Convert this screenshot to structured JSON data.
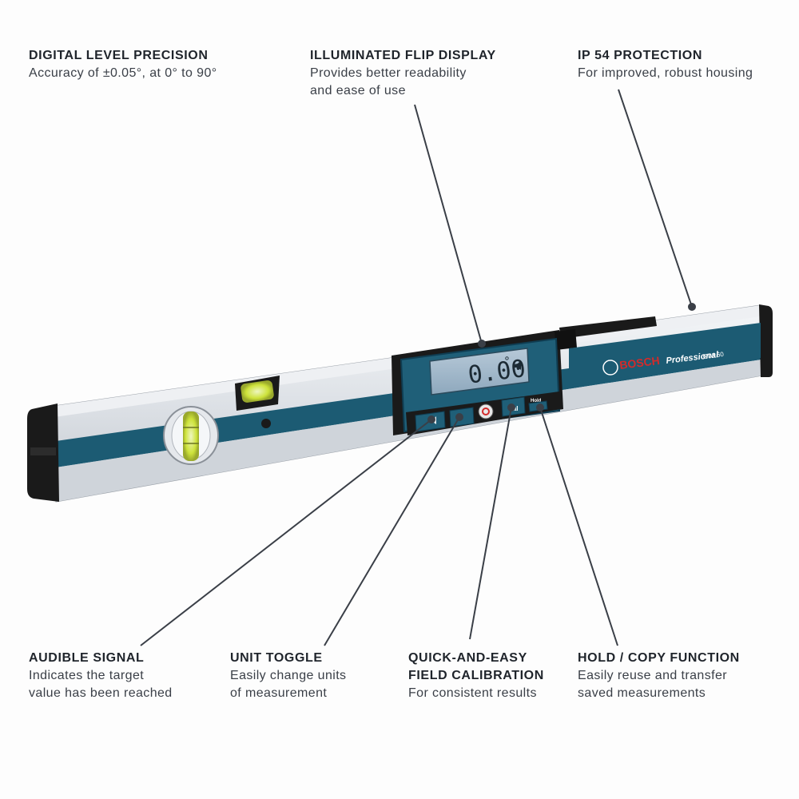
{
  "callouts": {
    "digital_level": {
      "title": "DIGITAL LEVEL PRECISION",
      "desc": "Accuracy of ±0.05°, at 0° to 90°"
    },
    "flip_display": {
      "title": "ILLUMINATED FLIP DISPLAY",
      "desc": "Provides better readability\nand ease of use"
    },
    "ip_protection": {
      "title": "IP 54 PROTECTION",
      "desc": "For improved, robust housing"
    },
    "audible_signal": {
      "title": "AUDIBLE SIGNAL",
      "desc": "Indicates the target\nvalue has been reached"
    },
    "unit_toggle": {
      "title": "UNIT TOGGLE",
      "desc": "Easily change units\nof measurement"
    },
    "calibration": {
      "title": "QUICK-AND-EASY\nFIELD CALIBRATION",
      "desc": "For consistent results"
    },
    "hold_copy": {
      "title": "HOLD / COPY FUNCTION",
      "desc": "Easily reuse and transfer\nsaved measurements"
    }
  },
  "product": {
    "brand": "BOSCH",
    "series": "Professional",
    "model": "GIM 60",
    "display_reading": "0.00",
    "display_unit": "°",
    "cal_button": "Cal",
    "hold_button": "Hold"
  },
  "colors": {
    "stripe_blue": "#1c5b73",
    "aluminum": "#d9dde2",
    "end_caps": "#1a1a1a",
    "bubble_green": "#c9e23a",
    "lcd": "#9fb6c9",
    "brand_red": "#d22b2b",
    "leader_line": "#3a3f47"
  }
}
